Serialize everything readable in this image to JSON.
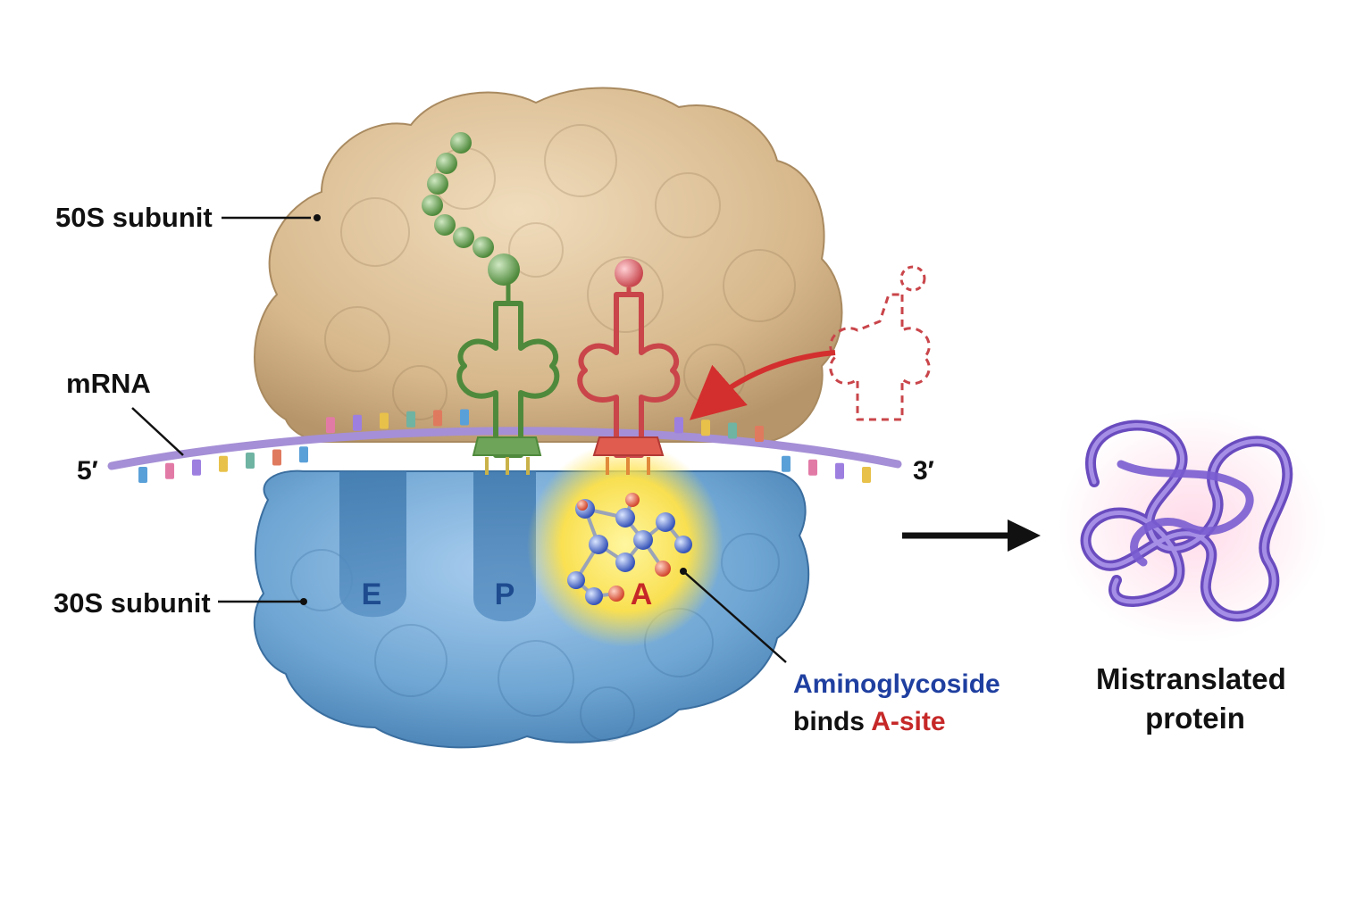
{
  "labels": {
    "large_subunit": "50S subunit",
    "small_subunit": "30S subunit",
    "mrna": "mRNA",
    "five_prime": "5′",
    "three_prime": "3′",
    "site_e": "E",
    "site_p": "P",
    "site_a": "A",
    "drug_line1": "Aminoglycoside",
    "drug_line2_prefix": "binds ",
    "drug_line2_highlight": "A-site",
    "result_line1": "Mistranslated",
    "result_line2": "protein"
  },
  "colors": {
    "large_subunit": "#dcc19a",
    "small_subunit": "#6fa6d3",
    "mrna": "#a58fd6",
    "p_site_trna": "#6ea35a",
    "a_site_trna": "#d9534f",
    "drug_glow": "#ffe24a",
    "drug_text": "#1f3fa0",
    "a_site_text": "#c62828",
    "protein": "#8a6bd1",
    "site_letter": "#1e4b8f"
  },
  "icons": {
    "incoming_trna": "dashed-trna-outline-icon",
    "arrow": "right-arrow-icon",
    "molecule": "aminoglycoside-molecule-icon"
  }
}
